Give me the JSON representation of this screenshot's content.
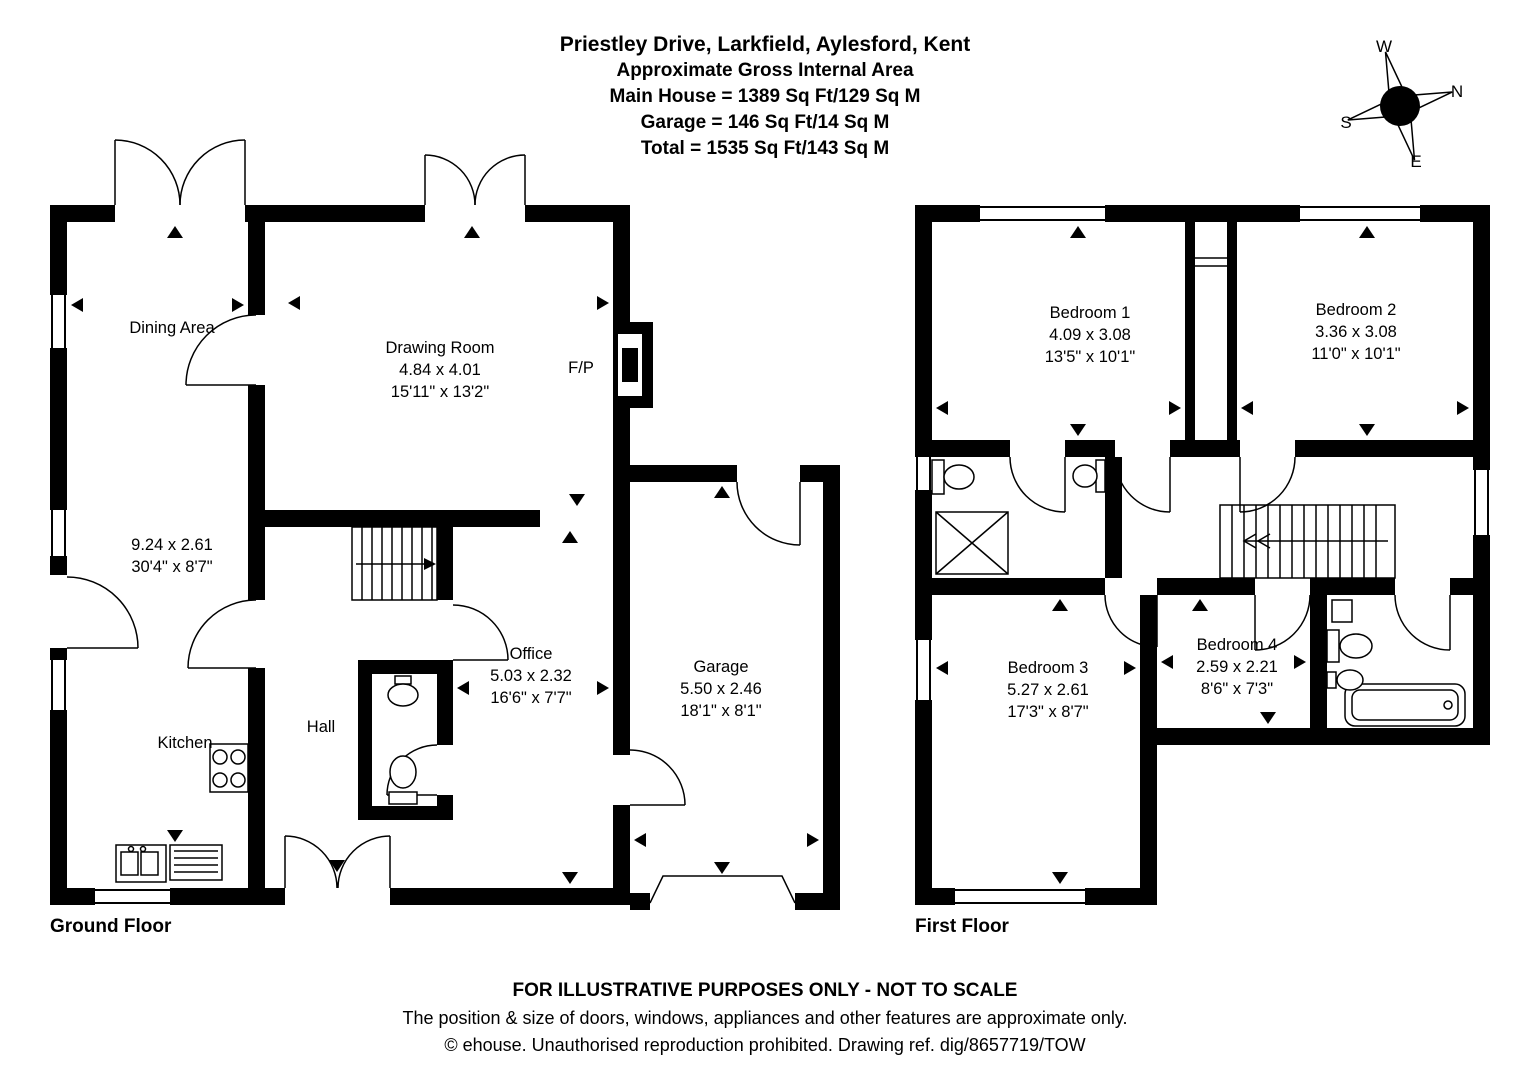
{
  "header": {
    "title": "Priestley Drive, Larkfield, Aylesford, Kent",
    "subtitle": "Approximate Gross Internal Area",
    "area_main": "Main House = 1389 Sq Ft/129 Sq M",
    "area_garage": "Garage = 146 Sq Ft/14 Sq M",
    "area_total": "Total = 1535 Sq Ft/143 Sq M"
  },
  "compass": {
    "top": "W",
    "right": "N",
    "left": "S",
    "bottom": "E"
  },
  "floors": {
    "ground": {
      "label": "Ground Floor",
      "rooms": {
        "dining": {
          "name": "Dining Area"
        },
        "drawing": {
          "name": "Drawing Room",
          "metric": "4.84 x 4.01",
          "imperial": "15'11\" x 13'2\""
        },
        "fireplace": {
          "name": "F/P"
        },
        "strip": {
          "metric": "9.24 x 2.61",
          "imperial": "30'4\" x 8'7\""
        },
        "kitchen": {
          "name": "Kitchen"
        },
        "hall": {
          "name": "Hall"
        },
        "office": {
          "name": "Office",
          "metric": "5.03 x 2.32",
          "imperial": "16'6\" x 7'7\""
        },
        "garage": {
          "name": "Garage",
          "metric": "5.50 x 2.46",
          "imperial": "18'1\" x 8'1\""
        }
      }
    },
    "first": {
      "label": "First Floor",
      "rooms": {
        "bedroom1": {
          "name": "Bedroom 1",
          "metric": "4.09 x 3.08",
          "imperial": "13'5\" x 10'1\""
        },
        "bedroom2": {
          "name": "Bedroom 2",
          "metric": "3.36 x 3.08",
          "imperial": "11'0\" x 10'1\""
        },
        "bedroom3": {
          "name": "Bedroom 3",
          "metric": "5.27 x 2.61",
          "imperial": "17'3\" x 8'7\""
        },
        "bedroom4": {
          "name": "Bedroom 4",
          "metric": "2.59 x 2.21",
          "imperial": "8'6\" x 7'3\""
        }
      }
    }
  },
  "footer": {
    "line1": "FOR ILLUSTRATIVE PURPOSES ONLY - NOT TO SCALE",
    "line2": "The position & size of doors, windows, appliances and other features are approximate only.",
    "line3": "© ehouse. Unauthorised reproduction prohibited. Drawing ref. dig/8657719/TOW"
  }
}
